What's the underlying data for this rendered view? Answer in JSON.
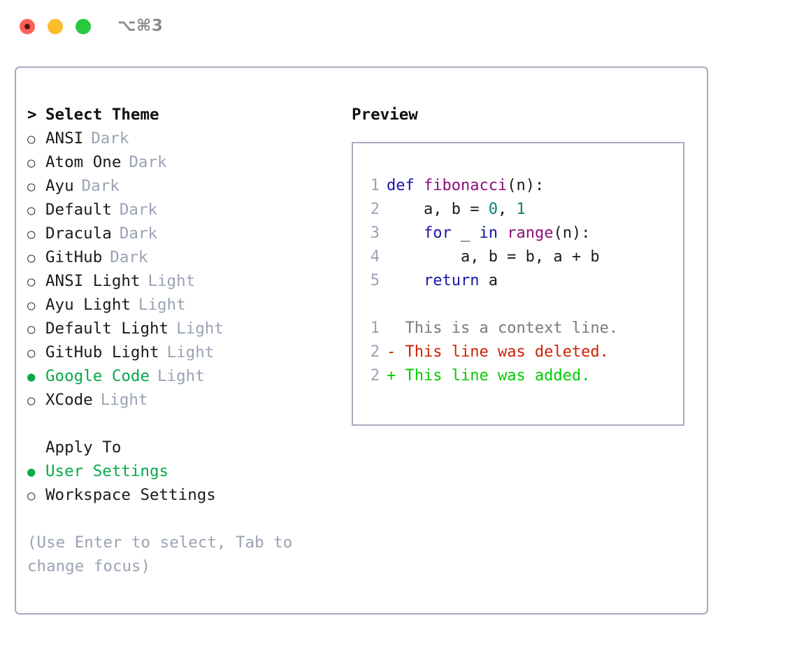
{
  "window": {
    "shortcut": "⌥⌘3",
    "traffic_lights": [
      {
        "name": "close",
        "color": "#fb6158"
      },
      {
        "name": "minimize",
        "color": "#fcbd2d"
      },
      {
        "name": "maximize",
        "color": "#27c93f"
      }
    ]
  },
  "colors": {
    "border": "#a5adbd",
    "accent_green": "#09a84b",
    "muted": "#9aa3b4",
    "keyword_blue": "#1a14a8",
    "function_purple": "#8c0f79",
    "number_teal": "#0c7d6e",
    "diff_delete_red": "#cc2200",
    "diff_add_green": "#00cc00",
    "diff_context_gray": "#7a7a7a"
  },
  "theme_list": {
    "title": "Select Theme",
    "title_marker": ">",
    "marker_unselected": "○",
    "marker_selected": "●",
    "items": [
      {
        "name": "ANSI",
        "kind": "Dark",
        "selected": false
      },
      {
        "name": "Atom One",
        "kind": "Dark",
        "selected": false
      },
      {
        "name": "Ayu",
        "kind": "Dark",
        "selected": false
      },
      {
        "name": "Default",
        "kind": "Dark",
        "selected": false
      },
      {
        "name": "Dracula",
        "kind": "Dark",
        "selected": false
      },
      {
        "name": "GitHub",
        "kind": "Dark",
        "selected": false
      },
      {
        "name": "ANSI Light",
        "kind": "Light",
        "selected": false
      },
      {
        "name": "Ayu Light",
        "kind": "Light",
        "selected": false
      },
      {
        "name": "Default Light",
        "kind": "Light",
        "selected": false
      },
      {
        "name": "GitHub Light",
        "kind": "Light",
        "selected": false
      },
      {
        "name": "Google Code",
        "kind": "Light",
        "selected": true
      },
      {
        "name": "XCode",
        "kind": "Light",
        "selected": false
      }
    ]
  },
  "apply_to": {
    "title": "Apply To",
    "items": [
      {
        "name": "User Settings",
        "selected": true
      },
      {
        "name": "Workspace Settings",
        "selected": false
      }
    ]
  },
  "hint": "(Use Enter to select, Tab to change focus)",
  "preview": {
    "heading": "Preview",
    "code_lines": [
      {
        "no": "1",
        "tokens": [
          {
            "t": "def ",
            "c": "kw"
          },
          {
            "t": "fibonacci",
            "c": "fn"
          },
          {
            "t": "(n):",
            "c": "plain"
          }
        ]
      },
      {
        "no": "2",
        "tokens": [
          {
            "t": "    a, b = ",
            "c": "plain"
          },
          {
            "t": "0",
            "c": "num"
          },
          {
            "t": ", ",
            "c": "plain"
          },
          {
            "t": "1",
            "c": "num"
          }
        ]
      },
      {
        "no": "3",
        "tokens": [
          {
            "t": "    ",
            "c": "plain"
          },
          {
            "t": "for",
            "c": "kw"
          },
          {
            "t": " _ ",
            "c": "plain"
          },
          {
            "t": "in",
            "c": "kw"
          },
          {
            "t": " ",
            "c": "plain"
          },
          {
            "t": "range",
            "c": "fn"
          },
          {
            "t": "(n):",
            "c": "plain"
          }
        ]
      },
      {
        "no": "4",
        "tokens": [
          {
            "t": "        a, b = b, a + b",
            "c": "plain"
          }
        ]
      },
      {
        "no": "5",
        "tokens": [
          {
            "t": "    ",
            "c": "plain"
          },
          {
            "t": "return",
            "c": "kw"
          },
          {
            "t": " a",
            "c": "plain"
          }
        ]
      }
    ],
    "diff_lines": [
      {
        "no": "1",
        "sign": " ",
        "text": "This is a context line.",
        "kind": "context"
      },
      {
        "no": "2",
        "sign": "-",
        "text": "This line was deleted.",
        "kind": "delete"
      },
      {
        "no": "2",
        "sign": "+",
        "text": "This line was added.",
        "kind": "add"
      }
    ]
  }
}
